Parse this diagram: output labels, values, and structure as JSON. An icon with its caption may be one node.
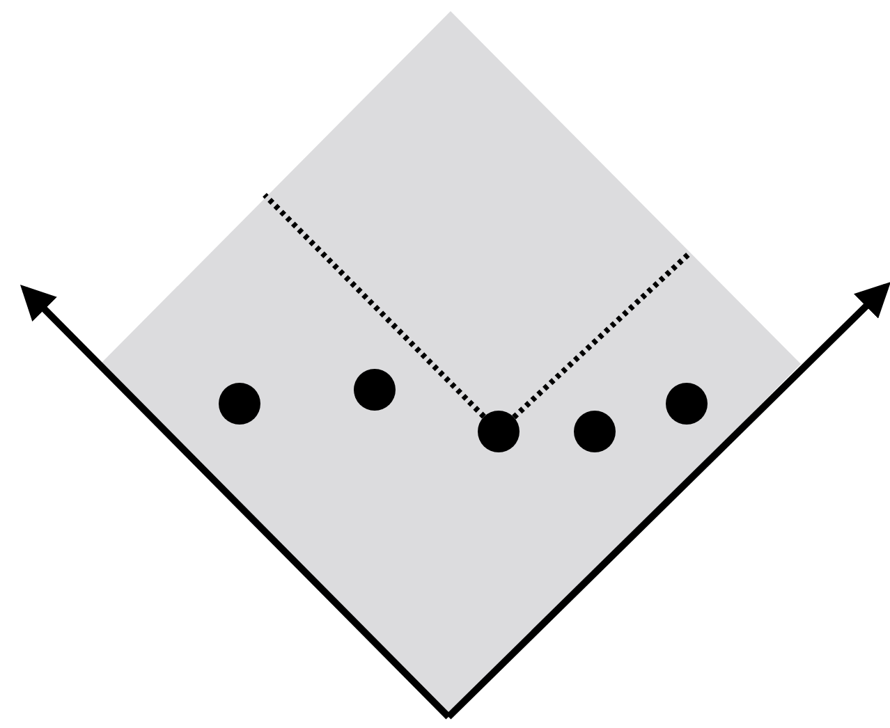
{
  "diagram": {
    "nodes": [
      {
        "text": [],
        "shape": "diamond"
      },
      {
        "text": [],
        "shape": "circle",
        "in": 0
      },
      {
        "text": [],
        "shape": "circle",
        "in": 0
      },
      {
        "text": [],
        "shape": "circle",
        "in": 0
      },
      {
        "text": [],
        "shape": "circle",
        "in": 0
      },
      {
        "text": [],
        "shape": "circle",
        "in": 0
      }
    ],
    "edges": [
      {
        "from": 3,
        "to": null,
        "arrow": "none",
        "style": "dashed"
      },
      {
        "from": 3,
        "to": null,
        "arrow": "none",
        "style": "dashed"
      }
    ]
  }
}
